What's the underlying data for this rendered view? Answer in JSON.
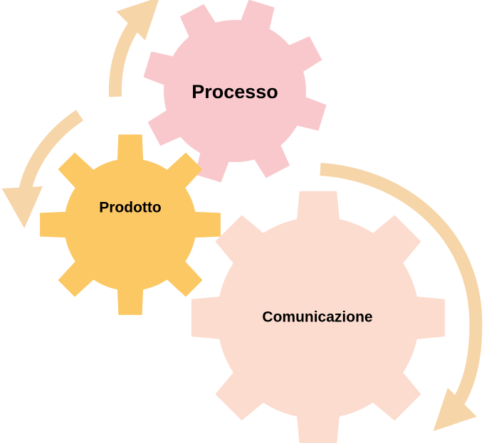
{
  "diagram": {
    "gears": {
      "processo": {
        "label": "Processo",
        "color": "#f9c8cc"
      },
      "prodotto": {
        "label": "Prodotto",
        "color": "#fbc864"
      },
      "comunicazione": {
        "label": "Comunicazione",
        "color": "#fbdccf"
      }
    },
    "arrow_color": "#f6d5a8"
  }
}
